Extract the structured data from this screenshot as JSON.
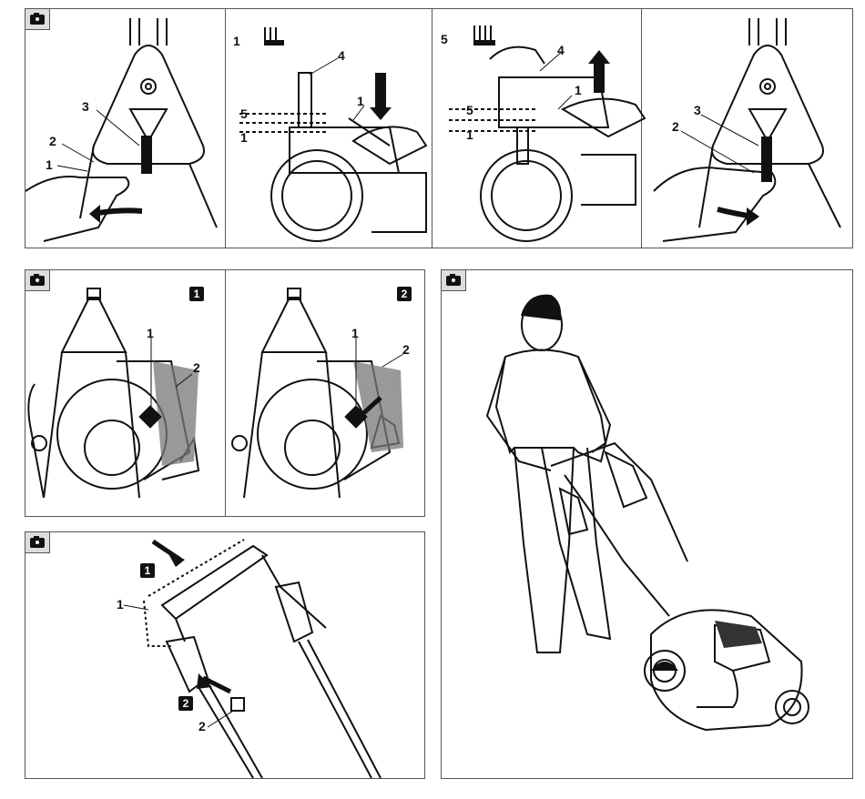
{
  "panel_top": {
    "labels": {
      "n1a": "1",
      "n2a": "2",
      "n3a": "3",
      "n1b": "1",
      "n4b": "4",
      "n5b": "5",
      "n1b2": "1",
      "n5c": "5",
      "n4c": "4",
      "n1c": "1",
      "n5c2": "5",
      "n1c2": "1",
      "n3d": "3",
      "n2d": "2"
    },
    "height_min_label": "1",
    "height_max_label": "5"
  },
  "panel_mid_left": {
    "step_1": "1",
    "step_2": "2",
    "labels": {
      "a1": "1",
      "a2": "2",
      "b1": "1",
      "b2": "2"
    }
  },
  "panel_bottom_left": {
    "step_1": "1",
    "step_2": "2",
    "labels": {
      "h1": "1",
      "h2": "2"
    }
  },
  "icons": [
    "camera-icon",
    "arrow-icon",
    "lever-icon",
    "wheel-icon"
  ]
}
